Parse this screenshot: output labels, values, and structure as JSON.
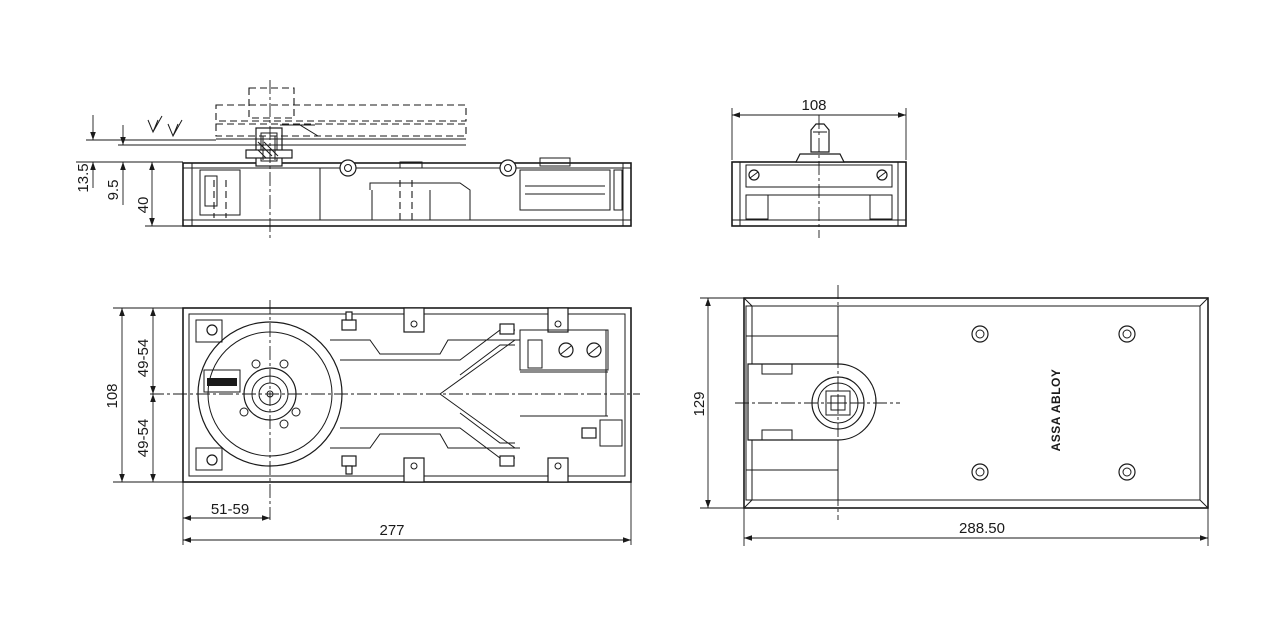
{
  "dimensions": {
    "side_thickness_135": "13.5",
    "side_offset_95": "9.5",
    "side_height_40": "40",
    "end_width_108": "108",
    "plan_width_108": "108",
    "plan_half_top": "49-54",
    "plan_half_bottom": "49-54",
    "plan_offset": "51-59",
    "plan_length": "277",
    "cover_width": "129",
    "cover_length": "288.50"
  },
  "labels": {
    "cover_logo": "ASSA ABLOY"
  }
}
